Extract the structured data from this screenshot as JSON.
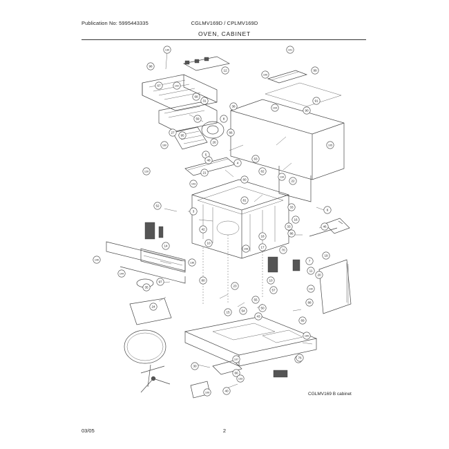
{
  "header": {
    "publication": "Publication No: 5995443335",
    "models": "CGLMV169D / CPLMV169D",
    "section_title": "OVEN, CABINET"
  },
  "diagram": {
    "caption": "CGLMV169 B cabinet",
    "callouts": [
      {
        "id": "c1",
        "label": "130"
      },
      {
        "id": "c2",
        "label": "98"
      },
      {
        "id": "c3",
        "label": "101"
      },
      {
        "id": "c4",
        "label": "12"
      },
      {
        "id": "c5",
        "label": "100"
      },
      {
        "id": "c6",
        "label": "67"
      },
      {
        "id": "c7",
        "label": "68"
      },
      {
        "id": "c8",
        "label": "31"
      },
      {
        "id": "c9",
        "label": "102"
      },
      {
        "id": "c10",
        "label": "99"
      },
      {
        "id": "c11",
        "label": "91"
      },
      {
        "id": "c12",
        "label": "38"
      },
      {
        "id": "c13",
        "label": "104"
      },
      {
        "id": "c14",
        "label": "27"
      },
      {
        "id": "c15",
        "label": "59"
      },
      {
        "id": "c16",
        "label": "8"
      },
      {
        "id": "c17",
        "label": "105"
      },
      {
        "id": "c18",
        "label": "95"
      },
      {
        "id": "c19",
        "label": "66"
      },
      {
        "id": "c20",
        "label": "26"
      },
      {
        "id": "c21",
        "label": "160"
      },
      {
        "id": "c22",
        "label": "5"
      },
      {
        "id": "c23",
        "label": "4"
      },
      {
        "id": "c24",
        "label": "90"
      },
      {
        "id": "c25",
        "label": "48"
      },
      {
        "id": "c26",
        "label": "63"
      },
      {
        "id": "c27",
        "label": "62"
      },
      {
        "id": "c28",
        "label": "60"
      },
      {
        "id": "c29",
        "label": "134"
      },
      {
        "id": "c30",
        "label": "120"
      },
      {
        "id": "c31",
        "label": "21"
      },
      {
        "id": "c32",
        "label": "103"
      },
      {
        "id": "c33",
        "label": "52"
      },
      {
        "id": "c34",
        "label": "22"
      },
      {
        "id": "c35",
        "label": "3"
      },
      {
        "id": "c36",
        "label": "33"
      },
      {
        "id": "c37",
        "label": "81"
      },
      {
        "id": "c38",
        "label": "16"
      },
      {
        "id": "c39",
        "label": "6"
      },
      {
        "id": "c40",
        "label": "46"
      },
      {
        "id": "c41",
        "label": "33"
      },
      {
        "id": "c42",
        "label": "86"
      },
      {
        "id": "c43",
        "label": "18"
      },
      {
        "id": "c44",
        "label": "17"
      },
      {
        "id": "c45",
        "label": "14"
      },
      {
        "id": "c46",
        "label": "42"
      },
      {
        "id": "c47",
        "label": "10"
      },
      {
        "id": "c48",
        "label": "7"
      },
      {
        "id": "c49",
        "label": "140"
      },
      {
        "id": "c50",
        "label": "108"
      },
      {
        "id": "c51",
        "label": "70"
      },
      {
        "id": "c52",
        "label": "11"
      },
      {
        "id": "c53",
        "label": "20"
      },
      {
        "id": "c54",
        "label": "19"
      },
      {
        "id": "c55",
        "label": "136"
      },
      {
        "id": "c56",
        "label": "144"
      },
      {
        "id": "c57",
        "label": "97"
      },
      {
        "id": "c58",
        "label": "80"
      },
      {
        "id": "c59",
        "label": "142"
      },
      {
        "id": "c60",
        "label": "23"
      },
      {
        "id": "c61",
        "label": "69"
      },
      {
        "id": "c62",
        "label": "55"
      },
      {
        "id": "c63",
        "label": "24"
      },
      {
        "id": "c64",
        "label": "50"
      },
      {
        "id": "c65",
        "label": "10"
      },
      {
        "id": "c66",
        "label": "35"
      },
      {
        "id": "c67",
        "label": "57"
      },
      {
        "id": "c68",
        "label": "88"
      },
      {
        "id": "c69",
        "label": "54"
      },
      {
        "id": "c70",
        "label": "15"
      },
      {
        "id": "c71",
        "label": "43"
      },
      {
        "id": "c72",
        "label": "165"
      },
      {
        "id": "c73",
        "label": "65"
      },
      {
        "id": "c74",
        "label": "107"
      },
      {
        "id": "c75",
        "label": "30"
      },
      {
        "id": "c76",
        "label": "66"
      },
      {
        "id": "c77",
        "label": "76"
      },
      {
        "id": "c78",
        "label": "133"
      },
      {
        "id": "c79",
        "label": "109"
      },
      {
        "id": "c80",
        "label": "40"
      }
    ]
  },
  "footer": {
    "date": "03/05",
    "page_number": "2"
  }
}
